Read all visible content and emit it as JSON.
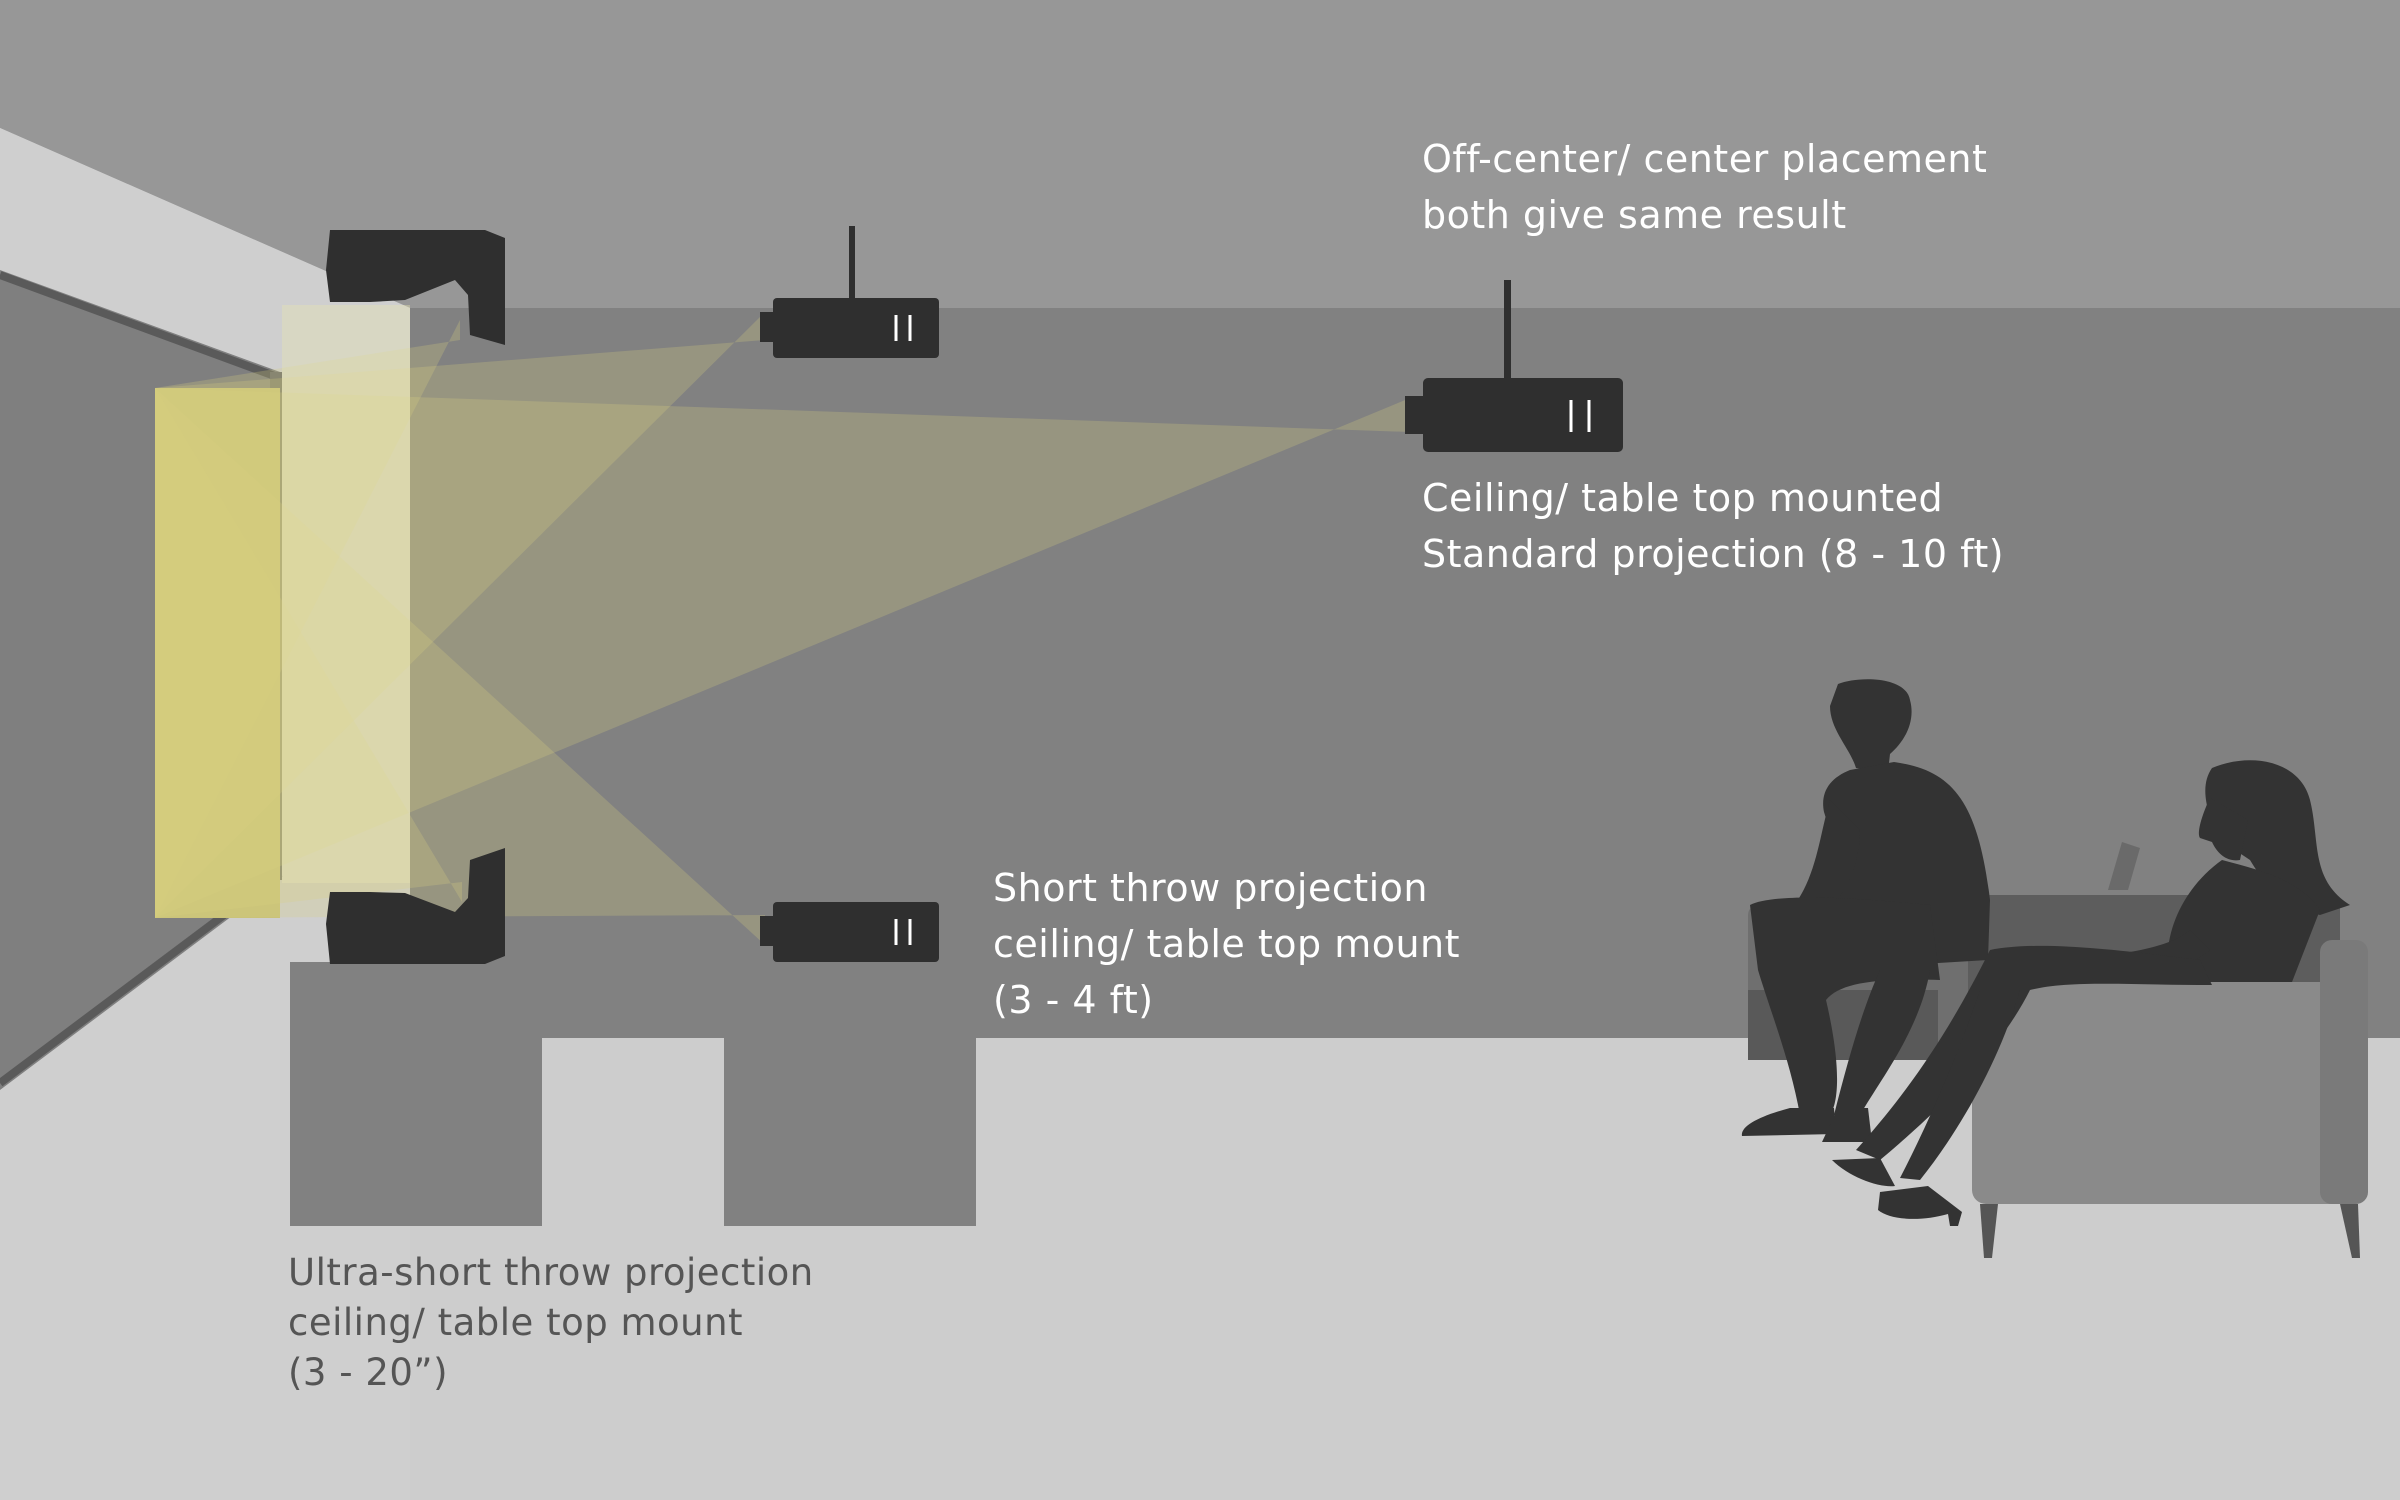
{
  "labels": {
    "placement": {
      "line1": "Off-center/ center placement",
      "line2": "both give same result"
    },
    "standard": {
      "line1": "Ceiling/ table top mounted",
      "line2": "Standard projection (8 - 10 ft)"
    },
    "short_throw": {
      "line1": "Short throw projection",
      "line2": "ceiling/ table top mount",
      "line3": "(3 - 4 ft)"
    },
    "ultra_short": {
      "line1": "Ultra-short throw projection",
      "line2": "ceiling/ table top mount",
      "line3": "(3 - 20”)"
    }
  },
  "icons": {
    "projector": "projector-icon",
    "ust_projector": "ultra-short-throw-projector-icon",
    "viewers": "seated-people-silhouette"
  },
  "colors": {
    "ceiling": "#979797",
    "wall": "#818181",
    "floor": "#cdcdcd",
    "projector": "#2f2f2f",
    "beam": "#d8d080",
    "screen": "#c8c178",
    "silhouette": "#333333",
    "furniture": "#8a8a8a"
  }
}
